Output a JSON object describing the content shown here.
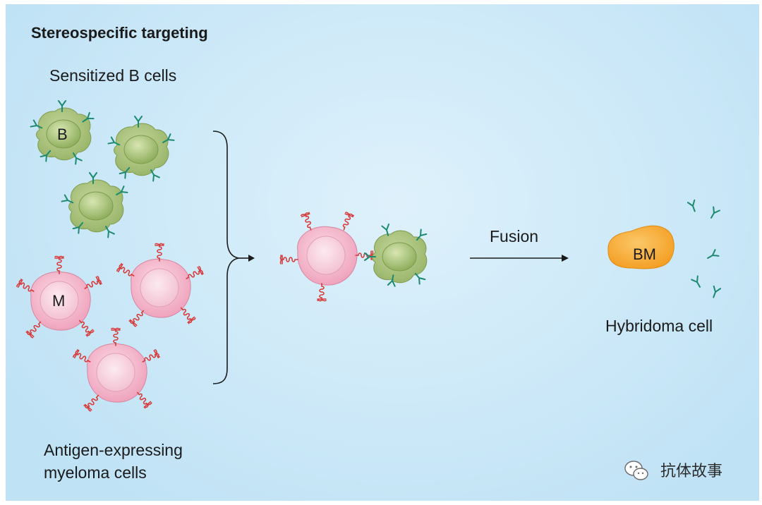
{
  "title": "Stereospecific targeting",
  "labels": {
    "sensitized_b_cells": "Sensitized B cells",
    "antigen_expressing_line1": "Antigen-expressing",
    "antigen_expressing_line2": "myeloma cells",
    "fusion": "Fusion",
    "hybridoma_cell": "Hybridoma cell"
  },
  "cell_letters": {
    "b_cell": "B",
    "myeloma_cell": "M",
    "hybridoma": "BM"
  },
  "watermark": "抗体故事",
  "colors": {
    "background": "#cde9f8",
    "b_cell": "#9fbb6a",
    "myeloma_cell": "#f2b8cb",
    "hybridoma": "#f5a623",
    "antibody": "#1c8a6e",
    "antigen": "#d83a3a"
  }
}
